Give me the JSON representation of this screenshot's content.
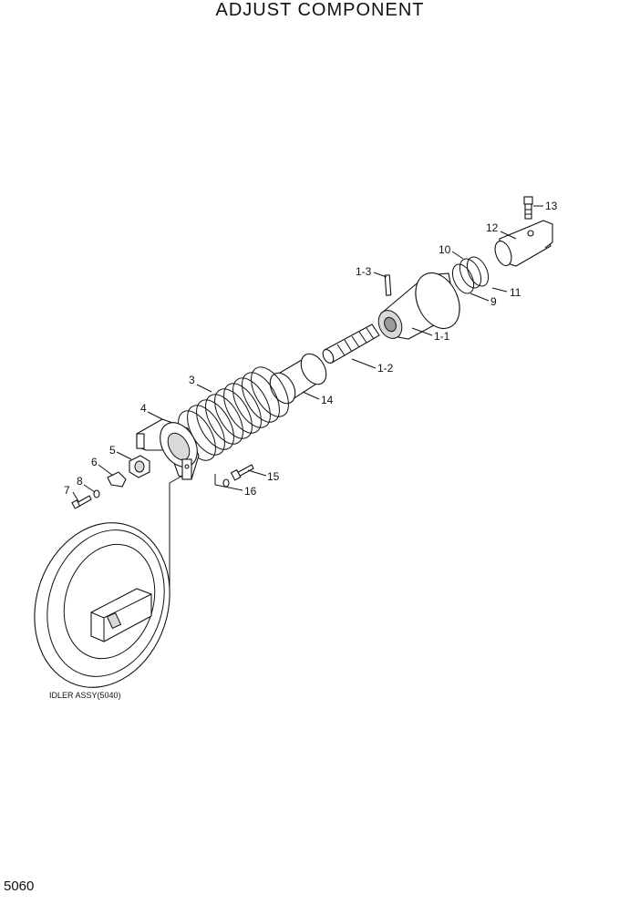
{
  "header": {
    "title": "ADJUST COMPONENT"
  },
  "footer": {
    "page_number": "5060"
  },
  "callouts": {
    "p13": "13",
    "p12": "12",
    "p10": "10",
    "p11": "11",
    "p9": "9",
    "p1_3": "1-3",
    "p1_1": "1-1",
    "p1_2": "1-2",
    "p14": "14",
    "p3": "3",
    "p4": "4",
    "p5": "5",
    "p6": "6",
    "p8": "8",
    "p7": "7",
    "p15": "15",
    "p16": "16"
  },
  "reference": {
    "idler_label": "IDLER ASSY(5040)"
  }
}
